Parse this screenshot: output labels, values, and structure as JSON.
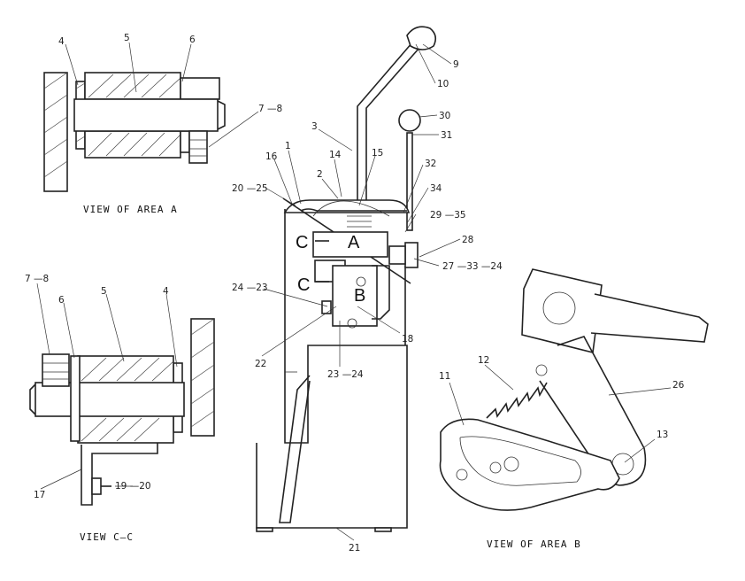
{
  "views": {
    "area_a": "VIEW OF AREA A",
    "c_c": "VIEW C—C",
    "area_b": "VIEW OF AREA B"
  },
  "section_letters": {
    "c_top": "C",
    "a": "A",
    "c_mid": "C",
    "b": "B"
  },
  "callouts": {
    "a_4": "4",
    "a_5": "5",
    "a_6": "6",
    "a_7_8": "7 —8",
    "cc_7_8": "7 —8",
    "cc_6": "6",
    "cc_5": "5",
    "cc_4": "4",
    "cc_17": "17",
    "cc_19_20": "19 —20",
    "m_9": "9",
    "m_10": "10",
    "m_3": "3",
    "m_30": "30",
    "m_31": "31",
    "m_1": "1",
    "m_16": "16",
    "m_14": "14",
    "m_15": "15",
    "m_2": "2",
    "m_32": "32",
    "m_34": "34",
    "m_20_25": "20 —25",
    "m_29_35": "29 —35",
    "m_28": "28",
    "m_27_33_24": "27 —33 —24",
    "m_24_23": "24 —23",
    "m_18": "18",
    "m_22": "22",
    "m_23_24": "23 —24",
    "m_21": "21",
    "b_12": "12",
    "b_11": "11",
    "b_26": "26",
    "b_13": "13"
  }
}
